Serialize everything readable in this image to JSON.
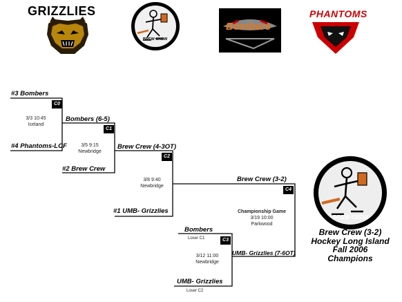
{
  "logos": {
    "grizzlies_text": "GRIZZLIES",
    "brewcrew_text": "BREW CREW",
    "bombers_text": "Bombers",
    "phantoms_text": "PHANTOMS"
  },
  "bracket": {
    "c0": {
      "label": "C0",
      "top_team": "#3 Bombers",
      "bottom_team": "#4 Phantoms-LCF",
      "date": "3/3  10:45",
      "venue": "Iceland"
    },
    "c1": {
      "label": "C1",
      "top_team": "Bombers (6-5)",
      "bottom_team": "#2 Brew Crew",
      "date": "3/5  9:15",
      "venue": "Newbridge"
    },
    "c2": {
      "label": "C2",
      "top_team": "Brew Crew  (4-3OT)",
      "bottom_team": "#1 UMB- Grizzlies",
      "date": "3/8  9:40",
      "venue": "Newbridge"
    },
    "c3": {
      "label": "C3",
      "top_team": "Bombers",
      "top_note": "Loser C1",
      "bottom_team": "UMB- Grizzlies",
      "bottom_note": "Loser C2",
      "date": "3/12  11:00",
      "venue": "Newbridge"
    },
    "c4": {
      "label": "C4",
      "top_team": "Brew Crew  (3-2)",
      "bottom_team": "UMB- Grizzlies (7-6OT)",
      "title": "Championship Game",
      "date": "3/19  10:00",
      "venue": "Parkwood"
    }
  },
  "champion": {
    "line1": "Brew Crew (3-2)",
    "line2": "Hockey Long Island",
    "line3": "Fall 2006",
    "line4": "Champions"
  }
}
